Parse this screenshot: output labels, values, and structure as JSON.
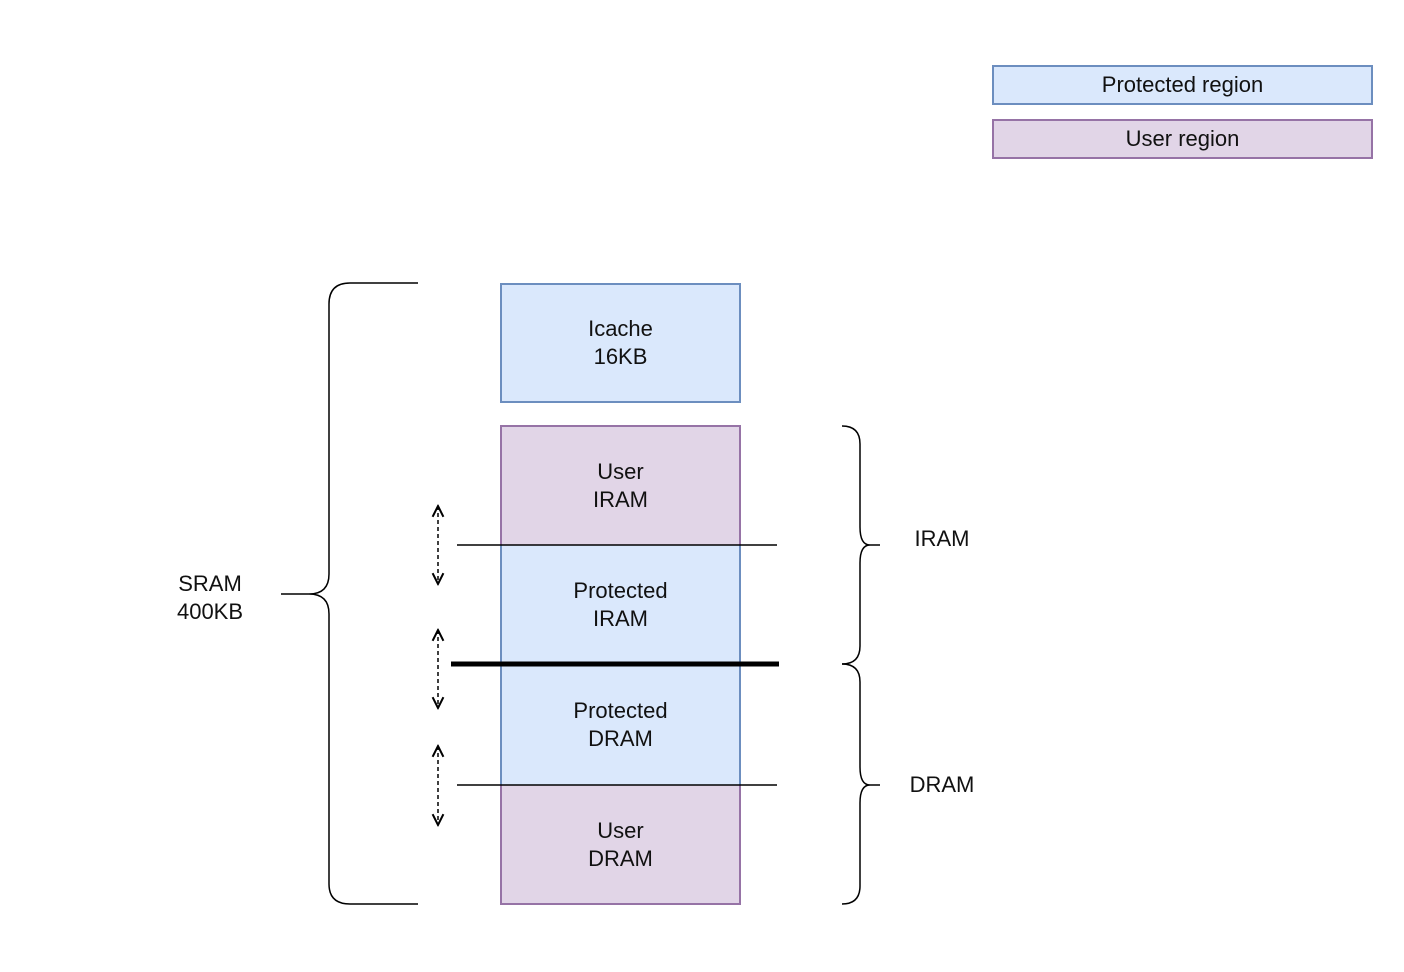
{
  "legend": {
    "protected_label": "Protected region",
    "user_label": "User region"
  },
  "colors": {
    "protected_fill": "#dae8fc",
    "protected_stroke": "#6c8ebf",
    "user_fill": "#e1d5e7",
    "user_stroke": "#9673a6",
    "line": "#000000"
  },
  "icache": {
    "label": "Icache\n16KB"
  },
  "regions": {
    "user_iram": "User\nIRAM",
    "protected_iram": "Protected\nIRAM",
    "protected_dram": "Protected\nDRAM",
    "user_dram": "User\nDRAM"
  },
  "braces": {
    "sram_label": "SRAM\n400KB",
    "iram_label": "IRAM",
    "dram_label": "DRAM"
  }
}
